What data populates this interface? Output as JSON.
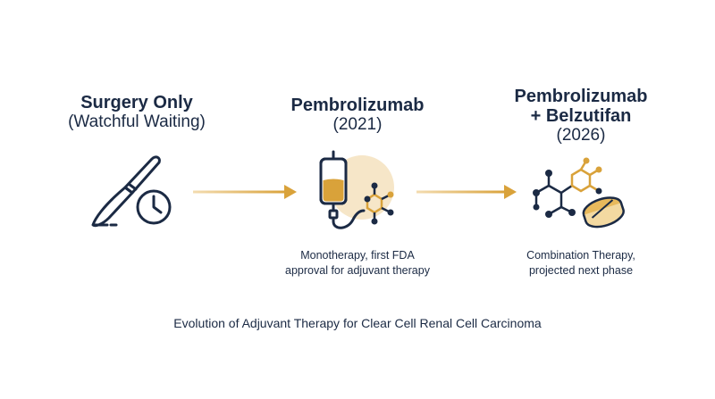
{
  "stages": [
    {
      "title": "Surgery Only",
      "subtitle": "(Watchful Waiting)",
      "icon": "scalpel-clock-icon"
    },
    {
      "title": "Pembrolizumab",
      "subtitle": "(2021)",
      "icon": "iv-bag-molecule-icon",
      "caption_line1": "Monotherapy, first FDA",
      "caption_line2": "approval for adjuvant therapy"
    },
    {
      "title_line1": "Pembrolizumab",
      "title_line2": "+ Belzutifan",
      "subtitle": "(2026)",
      "icon": "molecule-pill-icon",
      "caption_line1": "Combination Therapy,",
      "caption_line2": "projected next phase"
    }
  ],
  "footer_title": "Evolution of Adjuvant Therapy for Clear Cell Renal Cell Carcinoma",
  "colors": {
    "navy": "#1b2a44",
    "gold": "#d9a23a",
    "gold_light": "#f6e6c8"
  }
}
